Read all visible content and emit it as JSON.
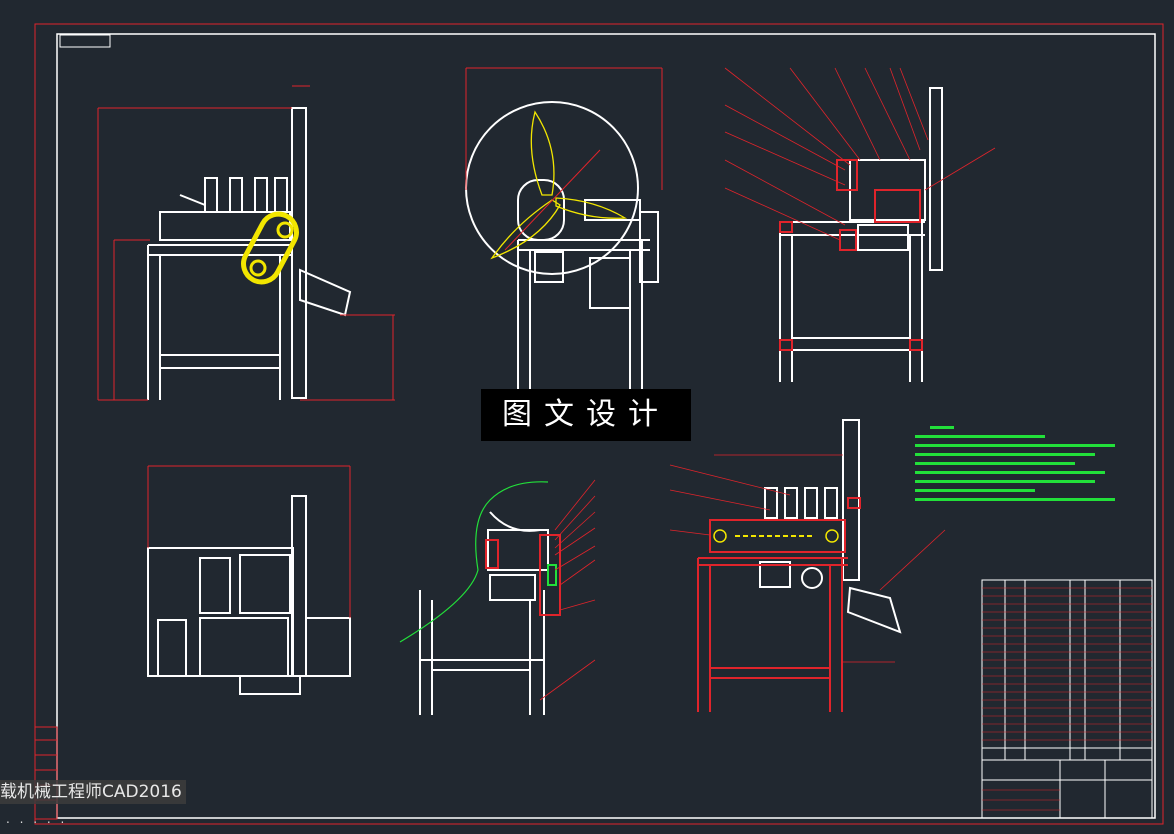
{
  "watermark": "图文设计",
  "caption": "载机械工程师CAD2016",
  "loading_dots": ". . . . .",
  "colors": {
    "background": "#212830",
    "drawing_lines": "#ffffff",
    "border": "#e0242b",
    "dimension": "#e0242b",
    "notes": "#22e03a",
    "highlight": "#f2e600"
  },
  "icons": [
    "cad-sheet",
    "fan-blade-icon",
    "belt-pulley-icon"
  ]
}
